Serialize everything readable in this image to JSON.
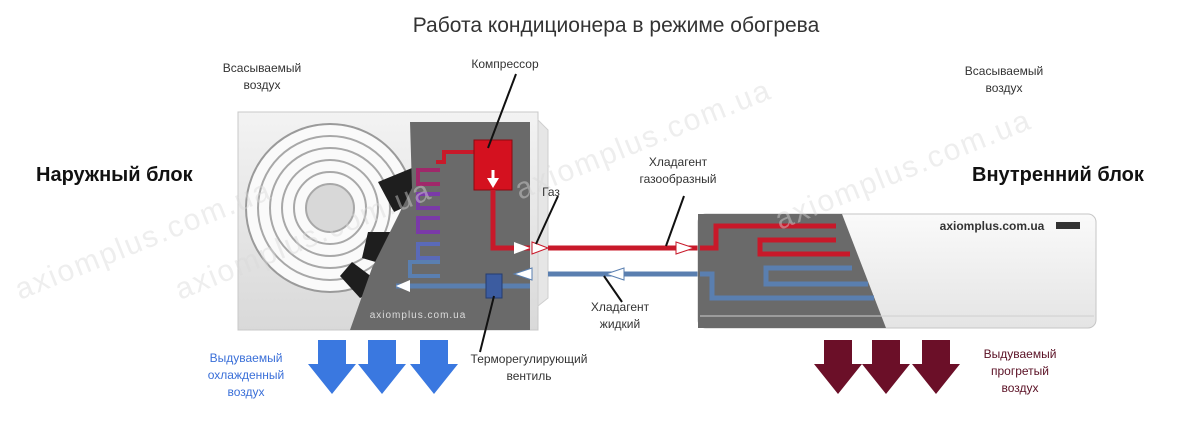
{
  "title": "Работа кондиционера в режиме обогрева",
  "labels": {
    "outdoor_unit": "Наружный блок",
    "indoor_unit": "Внутренний блок",
    "compressor": "Компрессор",
    "gas": "Газ",
    "refrigerant_gas": [
      "Хладагент",
      "газообразный"
    ],
    "refrigerant_liquid": [
      "Хладагент",
      "жидкий"
    ],
    "valve": [
      "Терморегулирующий",
      "вентиль"
    ],
    "intake_left": [
      "Всасываемый",
      "воздух"
    ],
    "intake_right": [
      "Всасываемый",
      "воздух"
    ],
    "outflow_left": [
      "Выдуваемый",
      "охлажденный",
      "воздух"
    ],
    "outflow_right": [
      "Выдуваемый",
      "прогретый",
      "воздух"
    ]
  },
  "branding": {
    "indoor_brand": "axiomplus.com.ua",
    "outdoor_brand": "axiomplus.com.ua",
    "watermark": "axiomplus.com.ua"
  },
  "colors": {
    "hot_pipe": "#c8192a",
    "cold_pipe": "#5a7fb0",
    "cool_arrow": "#3a78e0",
    "warm_arrow": "#6b0f28",
    "heat_exchanger": "#6a6a6a"
  }
}
